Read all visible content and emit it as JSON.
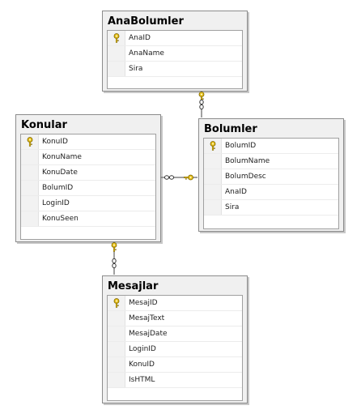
{
  "tables": {
    "anabolumler": {
      "title": "AnaBolumler",
      "columns": [
        {
          "name": "AnaID",
          "pk": true
        },
        {
          "name": "AnaName",
          "pk": false
        },
        {
          "name": "Sira",
          "pk": false
        }
      ]
    },
    "konular": {
      "title": "Konular",
      "columns": [
        {
          "name": "KonuID",
          "pk": true
        },
        {
          "name": "KonuName",
          "pk": false
        },
        {
          "name": "KonuDate",
          "pk": false
        },
        {
          "name": "BolumID",
          "pk": false
        },
        {
          "name": "LoginID",
          "pk": false
        },
        {
          "name": "KonuSeen",
          "pk": false
        }
      ]
    },
    "bolumler": {
      "title": "Bolumler",
      "columns": [
        {
          "name": "BolumID",
          "pk": true
        },
        {
          "name": "BolumName",
          "pk": false
        },
        {
          "name": "BolumDesc",
          "pk": false
        },
        {
          "name": "AnaID",
          "pk": false
        },
        {
          "name": "Sira",
          "pk": false
        }
      ]
    },
    "mesajlar": {
      "title": "Mesajlar",
      "columns": [
        {
          "name": "MesajID",
          "pk": true
        },
        {
          "name": "MesajText",
          "pk": false
        },
        {
          "name": "MesajDate",
          "pk": false
        },
        {
          "name": "LoginID",
          "pk": false
        },
        {
          "name": "KonuID",
          "pk": false
        },
        {
          "name": "IsHTML",
          "pk": false
        }
      ]
    }
  },
  "relationships": [
    {
      "from": "anabolumler",
      "to": "bolumler"
    },
    {
      "from": "bolumler",
      "to": "konular"
    },
    {
      "from": "konular",
      "to": "mesajlar"
    }
  ],
  "colors": {
    "key": "#e8c21a",
    "border": "#8c8c8c",
    "line": "#808080"
  }
}
